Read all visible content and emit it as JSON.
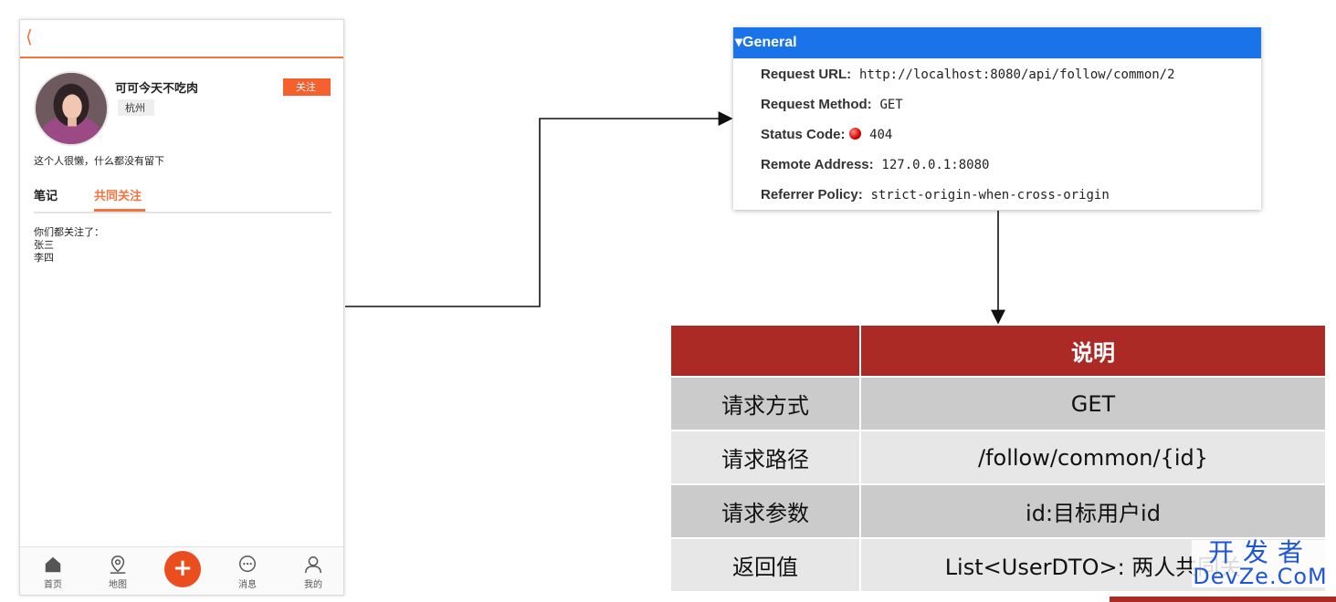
{
  "phone": {
    "back_icon": "chevron-left-icon",
    "nickname": "可可今天不吃肉",
    "city": "杭州",
    "follow_label": "关注",
    "intro": "这个人很懒，什么都没有留下",
    "tabs": [
      "笔记",
      "共同关注"
    ],
    "active_tab": "共同关注",
    "common_title": "你们都关注了：",
    "common_users": [
      "张三",
      "李四"
    ],
    "nav": [
      {
        "label": "首页",
        "icon": "home-icon"
      },
      {
        "label": "地图",
        "icon": "map-pin-icon"
      },
      {
        "label": "+",
        "icon": "plus-icon"
      },
      {
        "label": "消息",
        "icon": "message-icon"
      },
      {
        "label": "我的",
        "icon": "user-icon"
      }
    ],
    "accent_color": "#f3733f"
  },
  "general": {
    "title": "General",
    "rows": [
      {
        "key": "Request URL:",
        "value": "http://localhost:8080/api/follow/common/2"
      },
      {
        "key": "Request Method:",
        "value": "GET"
      },
      {
        "key": "Status Code:",
        "value": "404"
      },
      {
        "key": "Remote Address:",
        "value": "127.0.0.1:8080"
      },
      {
        "key": "Referrer Policy:",
        "value": "strict-origin-when-cross-origin"
      }
    ],
    "header_color": "#1a73e8"
  },
  "api_table": {
    "header": [
      "",
      "说明"
    ],
    "rows": [
      [
        "请求方式",
        "GET"
      ],
      [
        "请求路径",
        "/follow/common/{id}"
      ],
      [
        "请求参数",
        "id:目标用户id"
      ],
      [
        "返回值",
        "List<UserDTO>: 两人共同关"
      ]
    ],
    "header_color": "#ac2a26"
  },
  "watermark": {
    "line1": "开发者",
    "line2": "DevZe.CoM"
  }
}
